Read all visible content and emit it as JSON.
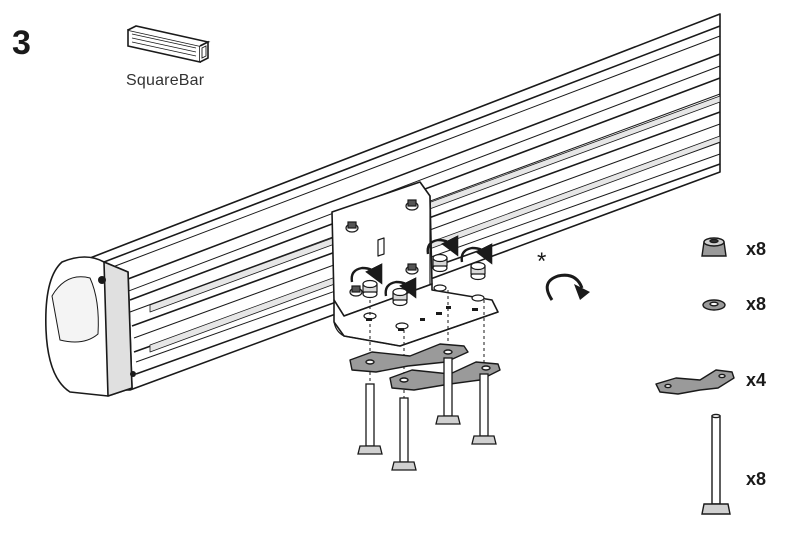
{
  "step": {
    "number": "3"
  },
  "product": {
    "label": "SquareBar"
  },
  "parts": {
    "nut": {
      "icon": "nut-icon",
      "quantity": "x8"
    },
    "washer": {
      "icon": "washer-icon",
      "quantity": "x8"
    },
    "plate": {
      "icon": "clamp-plate-icon",
      "quantity": "x4"
    },
    "bolt": {
      "icon": "bolt-icon",
      "quantity": "x8"
    }
  },
  "note": {
    "symbol": "*"
  },
  "colors": {
    "line": "#1a1a1a",
    "part_fill": "#9a9a9a",
    "dark_fill": "#555555",
    "paper": "#ffffff"
  }
}
